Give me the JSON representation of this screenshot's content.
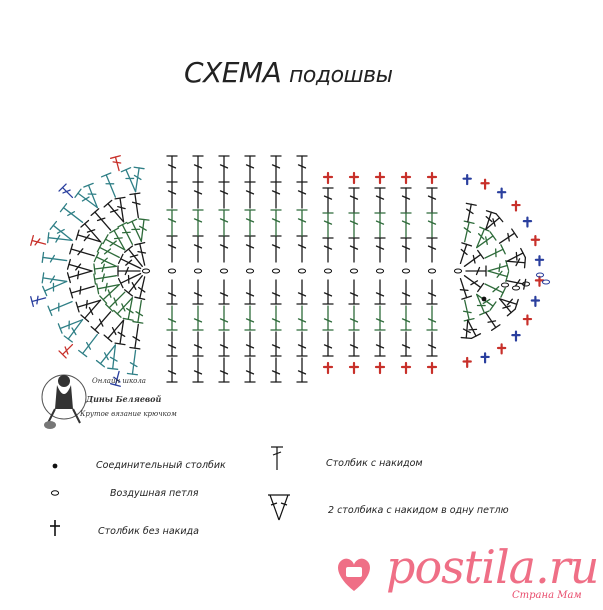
{
  "title": {
    "main": "СХЕМА",
    "sub": "подошвы"
  },
  "legend": {
    "slip_stitch": "Соединительный столбик",
    "chain": "Воздушная петля",
    "single_crochet": "Столбик без накида",
    "double_crochet": "Столбик с накидом",
    "two_dc_in_one": "2 столбика с накидом в одну петлю"
  },
  "logo": {
    "line1": "Онлайн школа",
    "line2": "Дины Беляевой",
    "line3": "Крутое вязание крючком"
  },
  "watermark": {
    "site": "postila.ru",
    "small": "Страна Мам"
  },
  "colors": {
    "black": "#1a1a1a",
    "green": "#2e6b3a",
    "red": "#c8302a",
    "blue": "#2a3f9e",
    "teal": "#2f7f86",
    "pink": "#ef6f86"
  },
  "icons": [
    "slip-stitch-dot",
    "chain-oval",
    "single-crochet-cross",
    "double-crochet-T",
    "v-increase",
    "heart-logo"
  ]
}
